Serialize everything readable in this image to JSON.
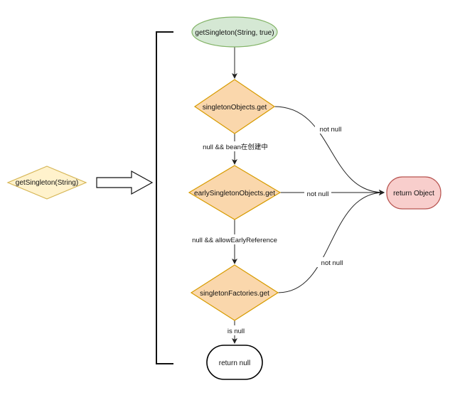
{
  "colors": {
    "start_fill": "#d5e8d4",
    "start_stroke": "#82b366",
    "decision_fill": "#fad7ac",
    "decision_stroke": "#d79b00",
    "entry_fill": "#fff2cc",
    "entry_stroke": "#d6b656",
    "end_fill": "#f8cecc",
    "end_stroke": "#b85450",
    "terminal_fill": "#ffffff",
    "terminal_stroke": "#000000",
    "line": "#222222"
  },
  "nodes": {
    "entry": "getSingleton(String)",
    "start": "getSingleton(String, true)",
    "singleton_objects": "singletonObjects.get",
    "early_singleton_objects": "earlySingletonObjects.get",
    "singleton_factories": "singletonFactories.get",
    "return_object": "return Object",
    "return_null": "return null"
  },
  "edges": {
    "null_and_creating": "null &&  bean在创建中",
    "null_and_allow_early": "null && allowEarlyReference",
    "is_null": "is null",
    "not_null_1": "not null",
    "not_null_2": "not null",
    "not_null_3": "not null"
  }
}
